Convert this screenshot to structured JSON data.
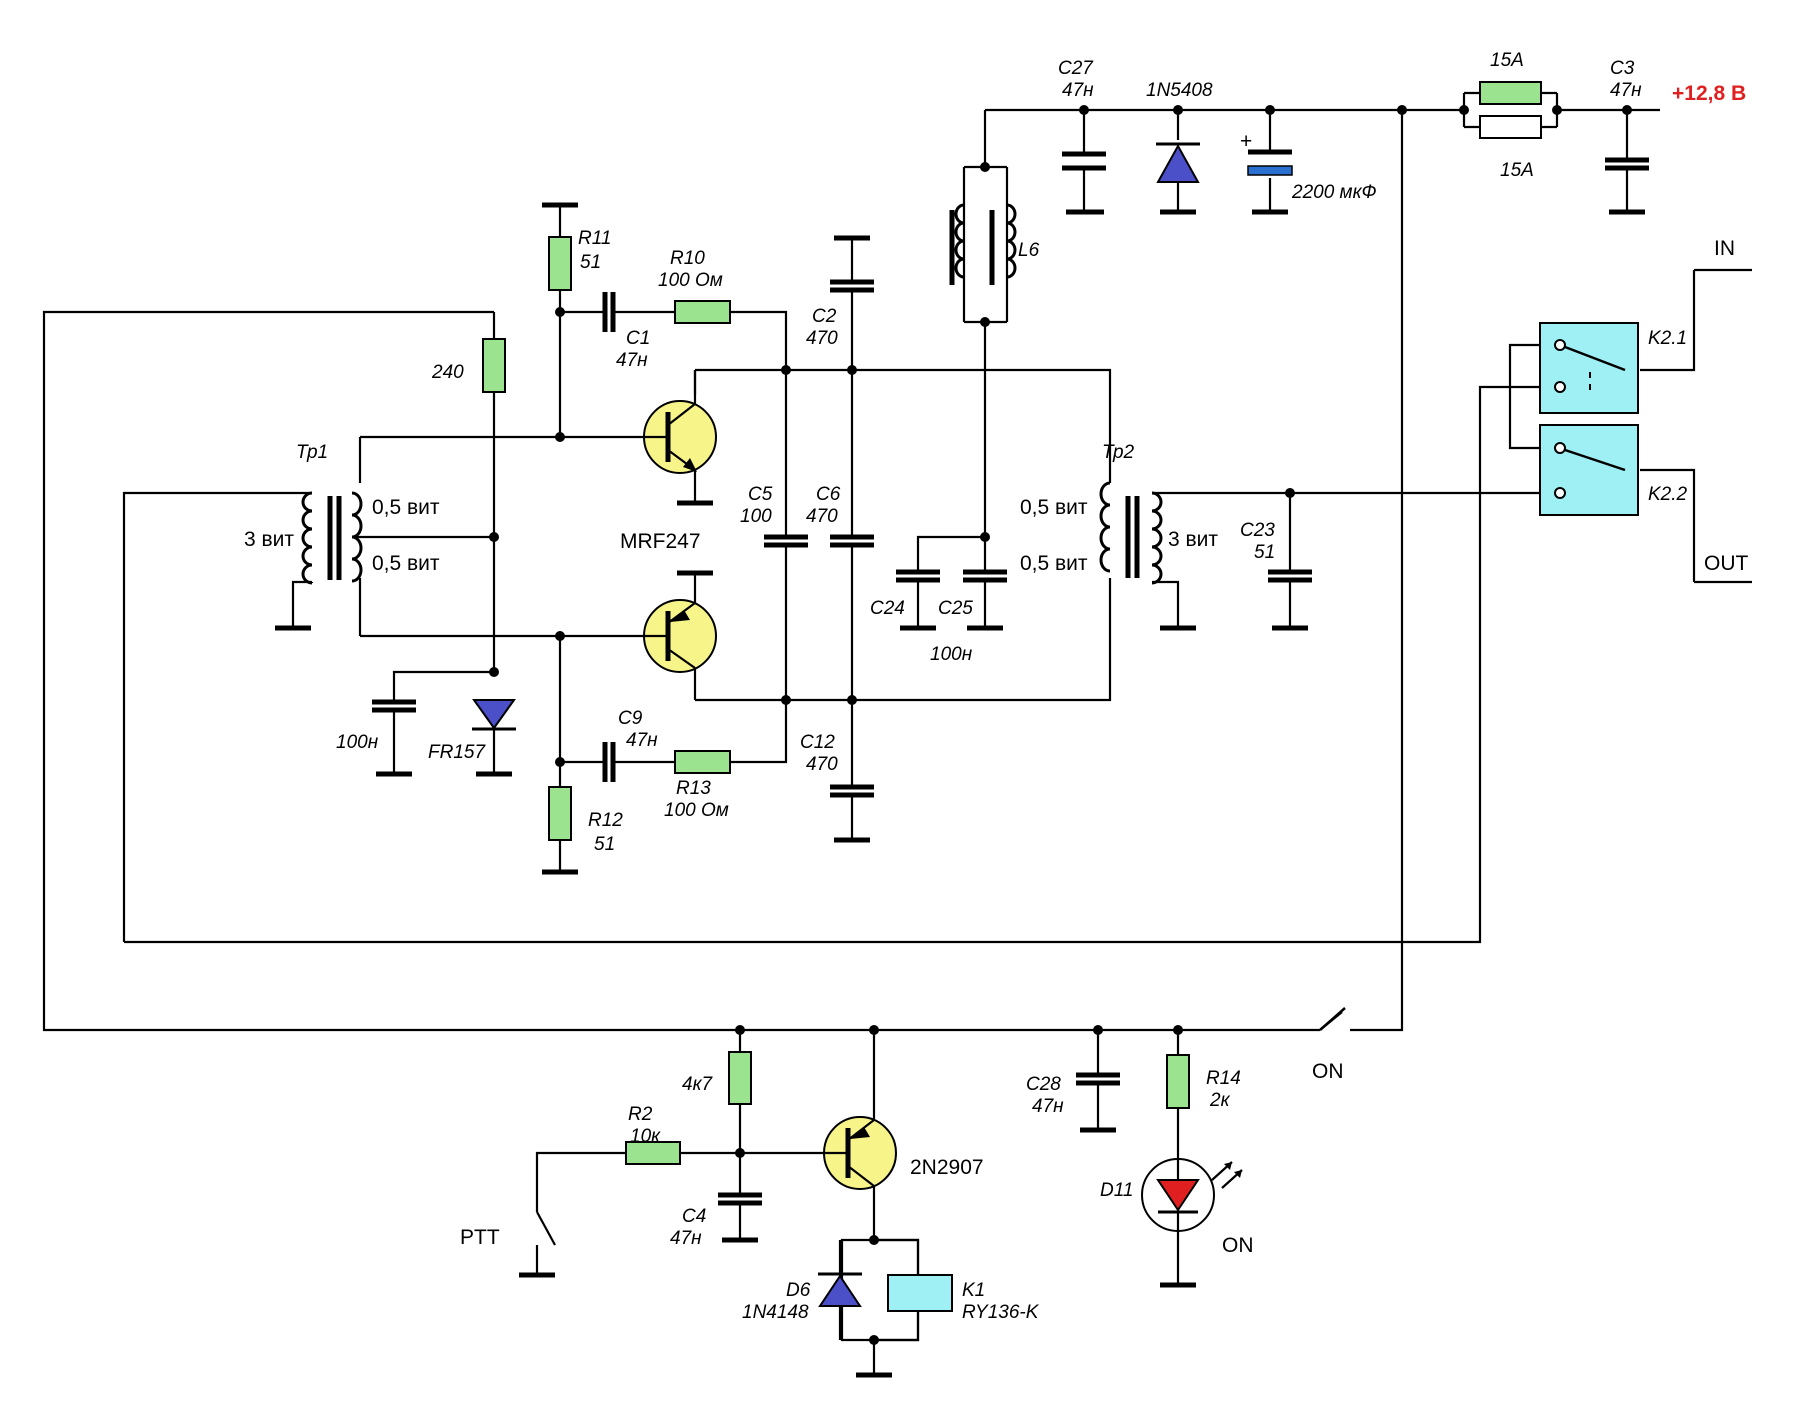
{
  "colors": {
    "resistor_fill": "#9be38f",
    "transistor_fill": "#f7f58a",
    "relay_fill": "#9ff0f5",
    "diode_fill": "#4b4fc8",
    "led_fill": "#e02020",
    "supply_label": "#e02020",
    "electrolytic_plate": "#2b6fd1"
  },
  "labels": {
    "supply": "+12,8 В",
    "fuse1": "15A",
    "fuse2": "15A",
    "c3_name": "C3",
    "c3_val": "47н",
    "c27_name": "C27",
    "c27_val": "47н",
    "d_1n5408": "1N5408",
    "c_2200": "2200 мкФ",
    "plus": "+",
    "l6": "L6",
    "in": "IN",
    "out": "OUT",
    "k21": "K2.1",
    "k22": "K2.2",
    "r11_name": "R11",
    "r11_val": "51",
    "r10_name": "R10",
    "r10_val": "100 Ом",
    "c1_name": "C1",
    "c1_val": "47н",
    "c2_name": "C2",
    "c2_val": "470",
    "r240": "240",
    "tp1": "Тр1",
    "tp2": "Тр2",
    "tp1_half1": "0,5 вит",
    "tp1_half2": "0,5 вит",
    "tp1_primary": "3 вит",
    "tp2_half1": "0,5 вит",
    "tp2_half2": "0,5 вит",
    "tp2_secondary": "3 вит",
    "c5_name": "C5",
    "c5_val": "100",
    "c6_name": "C6",
    "c6_val": "470",
    "mrf": "MRF247",
    "c23_name": "C23",
    "c23_val": "51",
    "c24": "C24",
    "c25": "C25",
    "c2425_val": "100н",
    "c100n": "100н",
    "fr157": "FR157",
    "c9_name": "C9",
    "c9_val": "47н",
    "r13_name": "R13",
    "r13_val": "100 Ом",
    "c12_name": "C12",
    "c12_val": "470",
    "r12_name": "R12",
    "r12_val": "51",
    "sw_on": "ON",
    "r4k7": "4к7",
    "r2_name": "R2",
    "r2_val": "10к",
    "c4_name": "C4",
    "c4_val": "47н",
    "ptt": "PTT",
    "q_2n2907": "2N2907",
    "d6_name": "D6",
    "d6_val": "1N4148",
    "k1_name": "K1",
    "k1_val": "RY136-K",
    "c28_name": "C28",
    "c28_val": "47н",
    "r14_name": "R14",
    "r14_val": "2к",
    "d11": "D11",
    "led_on": "ON"
  }
}
